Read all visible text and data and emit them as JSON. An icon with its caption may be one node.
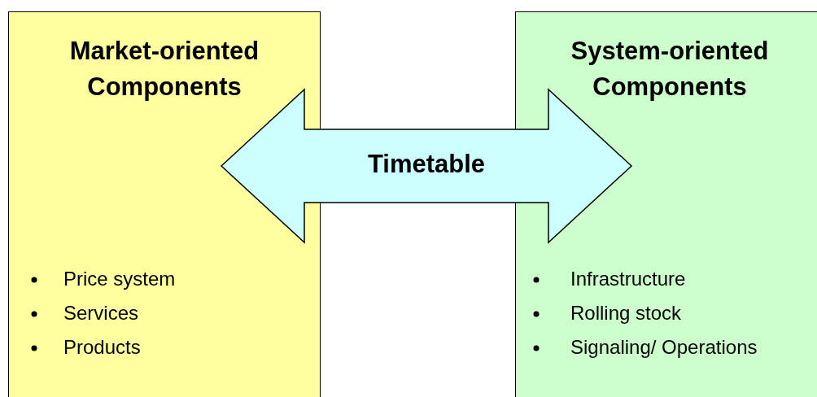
{
  "diagram": {
    "nodes": [
      {
        "text": [
          "Market-oriented Components",
          "Price system",
          "Services",
          "Products"
        ]
      },
      {
        "text": [
          "System-oriented Components",
          "Infrastructure",
          "Rolling stock",
          "Signaling/ Operations"
        ]
      }
    ],
    "edges": [
      {
        "from": 0,
        "to": 1,
        "arrow": "both",
        "label": "Timetable"
      }
    ]
  }
}
